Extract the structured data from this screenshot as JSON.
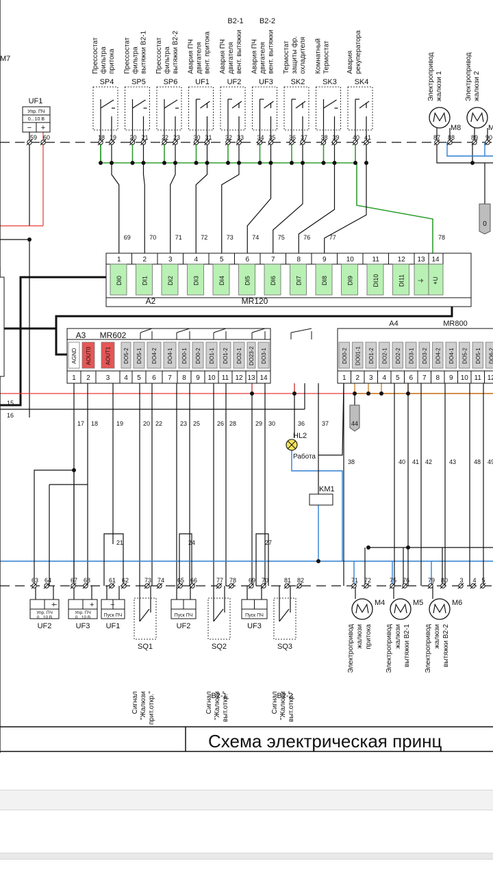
{
  "sensors": [
    {
      "lines": [
        "Прессостат",
        "фильтра",
        "притока"
      ],
      "tag": "SP4",
      "t1": "18",
      "t2": "19",
      "wire": "69",
      "type": "no"
    },
    {
      "lines": [
        "Прессостат",
        "фильтра",
        "вытяжки В2-1"
      ],
      "tag": "SP5",
      "t1": "20",
      "t2": "21",
      "wire": "70",
      "type": "no"
    },
    {
      "lines": [
        "Прессостат",
        "фильтра",
        "вытяжки В2-2"
      ],
      "tag": "SP6",
      "t1": "22",
      "t2": "23",
      "wire": "71",
      "type": "no"
    },
    {
      "lines": [
        "Авария ПЧ",
        "двигателя",
        "вент. притока"
      ],
      "tag": "UF1",
      "t1": "30",
      "t2": "31",
      "wire": "72",
      "type": "nc"
    },
    {
      "lines": [
        "Авария ПЧ",
        "двигателя",
        "вент. вытяжки"
      ],
      "tag": "UF2",
      "t1": "32",
      "t2": "33",
      "wire": "73",
      "type": "nc",
      "head": "В2-1"
    },
    {
      "lines": [
        "Авария ПЧ",
        "двигателя",
        "вент. вытяжки"
      ],
      "tag": "UF3",
      "t1": "34",
      "t2": "35",
      "wire": "74",
      "type": "nc",
      "head": "В2-2"
    },
    {
      "lines": [
        "Термостат",
        "защиты фр.",
        "охладителя"
      ],
      "tag": "SK2",
      "t1": "36",
      "t2": "37",
      "wire": "75",
      "type": "nc"
    },
    {
      "lines": [
        "Комнатный",
        "Термостат"
      ],
      "tag": "SK3",
      "t1": "38",
      "t2": "39",
      "wire": "76",
      "type": "no"
    },
    {
      "lines": [
        "Авария",
        "рекуператора"
      ],
      "tag": "SK4",
      "t1": "40",
      "t2": "41",
      "wire": "77",
      "type": "nc"
    }
  ],
  "top_left": {
    "m7_label": "M7",
    "uf1": {
      "tag": "UF1",
      "box_line1": "Упр. ПЧ",
      "box_line2": "0...10 В",
      "minus": "−",
      "plus": "+",
      "t1": "59",
      "t2": "60"
    }
  },
  "top_right": {
    "actuators": [
      {
        "lines": [
          "Электропривод",
          "жалюзи 1"
        ],
        "tag": "M8",
        "t1": "87",
        "t2": "88"
      },
      {
        "lines": [
          "Электропривод",
          "жалюзи 2"
        ],
        "tag": "M",
        "t1": "89",
        "t2": "90"
      }
    ],
    "zero_label": "0"
  },
  "wire_78": "78",
  "mr120": {
    "ref": "A2",
    "model": "MR120",
    "numbers": [
      "1",
      "2",
      "3",
      "4",
      "5",
      "6",
      "7",
      "8",
      "9",
      "10",
      "11",
      "12",
      "13",
      "14"
    ],
    "labels": [
      "DI0",
      "DI1",
      "DI2",
      "DI3",
      "DI4",
      "DI5",
      "DI6",
      "DI7",
      "DI8",
      "DI9",
      "DI10",
      "DI11",
      "⏚",
      "+U"
    ]
  },
  "mr602": {
    "ref": "A3",
    "model": "MR602",
    "numbers": [
      "1",
      "2",
      "3",
      "4",
      "5",
      "6",
      "7",
      "8",
      "9",
      "10",
      "11",
      "12",
      "13",
      "14"
    ],
    "labels": [
      "AGND",
      "AOUT0",
      "AOUT1",
      "DO5-2",
      "DO5-1",
      "DO4-2",
      "DO4-1",
      "DO0-1",
      "DO0-2",
      "DO1-1",
      "DO1-2",
      "DO2-1",
      "DO23-2",
      "DO3-1"
    ],
    "wires": [
      "17",
      "18",
      "19",
      "20",
      "22",
      "23",
      "25",
      "26",
      "28",
      "29",
      "30",
      "36",
      "37"
    ]
  },
  "mr800": {
    "ref": "A4",
    "model": "MR800",
    "numbers": [
      "1",
      "2",
      "3",
      "4",
      "5",
      "6",
      "7",
      "8",
      "9",
      "10",
      "11",
      "12"
    ],
    "labels": [
      "DO0-2",
      "DO01-1",
      "DO1-2",
      "DO2-1",
      "DO2-2",
      "DO3-1",
      "DO3-2",
      "DO4-2",
      "DO4-1",
      "DO5-2",
      "DO5-1",
      "DO6-2"
    ],
    "wires": [
      "38",
      "40",
      "41",
      "42",
      "43",
      "48",
      "49"
    ],
    "ground_label": "44"
  },
  "left_wires": [
    "15",
    "16"
  ],
  "hl2": {
    "tag": "HL2",
    "label": "Работа"
  },
  "km1": {
    "tag": "KM1"
  },
  "bridge_wires": [
    "21",
    "24",
    "27"
  ],
  "bottom_terminals": [
    {
      "t1": "63",
      "t2": "64"
    },
    {
      "t1": "67",
      "t2": "68"
    },
    {
      "t1": "61",
      "t2": "62"
    },
    {
      "t1": "73",
      "t2": "74"
    },
    {
      "t1": "65",
      "t2": "66"
    },
    {
      "t1": "77",
      "t2": "78"
    },
    {
      "t1": "69",
      "t2": "70"
    },
    {
      "t1": "81",
      "t2": "82"
    },
    {
      "t1": "71",
      "t2": "72"
    },
    {
      "t1": "75",
      "t2": "76"
    },
    {
      "t1": "79",
      "t2": "80"
    },
    {
      "t1": "3",
      "t2": "4"
    },
    {
      "t1": "5",
      "t2": ""
    }
  ],
  "bottom_devices": [
    {
      "kind": "ctrl",
      "line1": "Упр. ПЧ",
      "line2": "0...10 В",
      "tag": "UF2"
    },
    {
      "kind": "ctrl",
      "line1": "Упр. ПЧ",
      "line2": "0...10 В",
      "tag": "UF3"
    },
    {
      "kind": "start",
      "line1": "Пуск ПЧ",
      "tag": "UF1"
    },
    {
      "kind": "start",
      "line1": "Пуск ПЧ",
      "tag": "UF2"
    },
    {
      "kind": "start",
      "line1": "Пуск ПЧ",
      "tag": "UF3"
    }
  ],
  "bottom_switches": [
    {
      "tag": "SQ1",
      "lines": [
        "Сигнал",
        "\"Жалюзи",
        "прит.откр.\""
      ]
    },
    {
      "tag": "SQ2",
      "lines": [
        "Сигнал",
        "\"Жалюзи",
        "выт.откр.\"",
        "В2-1"
      ]
    },
    {
      "tag": "SQ3",
      "lines": [
        "Сигнал",
        "\"Жалюзи",
        "выт.откр.\"",
        "В2-2"
      ]
    }
  ],
  "bottom_motors": [
    {
      "tag": "M4",
      "lines": [
        "Электропривод",
        "жалюзи",
        "притока"
      ]
    },
    {
      "tag": "M5",
      "lines": [
        "Электропривод",
        "жалюзи",
        "вытяжки В2-1"
      ]
    },
    {
      "tag": "M6",
      "lines": [
        "Электропривод",
        "жалюзи",
        "вытяжки В2-2"
      ]
    }
  ],
  "title_block": {
    "text": "Схема электрическая принц"
  },
  "colors": {
    "green": "#2e9e2e",
    "red": "#e53935",
    "blue": "#2f7fd1",
    "module_green": "#b9f0b4",
    "module_gray": "#cfcfcf",
    "module_red": "#e65656",
    "orange": "#c8791e"
  }
}
